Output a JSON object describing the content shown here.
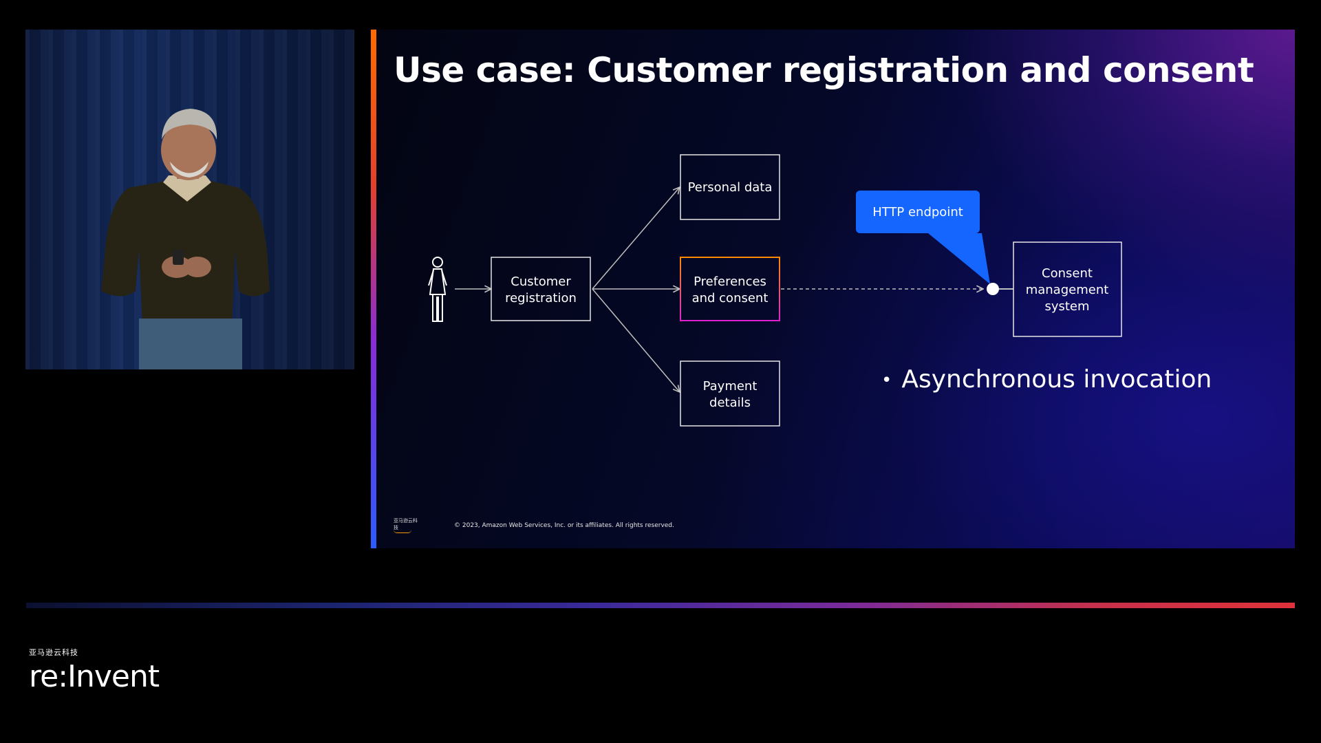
{
  "slide": {
    "title": "Use case: Customer registration and consent",
    "bullet": "Asynchronous invocation",
    "copyright": "© 2023, Amazon Web Services, Inc. or its affiliates. All rights reserved.",
    "footer_logo_text": "亚马逊云科技",
    "diagram": {
      "boxes": {
        "customer_registration": [
          "Customer",
          "registration"
        ],
        "personal_data": [
          "Personal data"
        ],
        "preferences_consent": [
          "Preferences",
          "and consent"
        ],
        "payment_details": [
          "Payment",
          "details"
        ],
        "consent_system": [
          "Consent",
          "management",
          "system"
        ]
      },
      "callout": "HTTP endpoint",
      "colors": {
        "callout": "#1466ff",
        "highlight_top": "#ff8a00",
        "highlight_bottom": "#e020d0"
      }
    }
  },
  "brand": {
    "cn_label": "亚马逊云科技",
    "logo": "re:Invent"
  },
  "colors": {
    "background": "#000000",
    "accent_blue": "#1466ff"
  }
}
